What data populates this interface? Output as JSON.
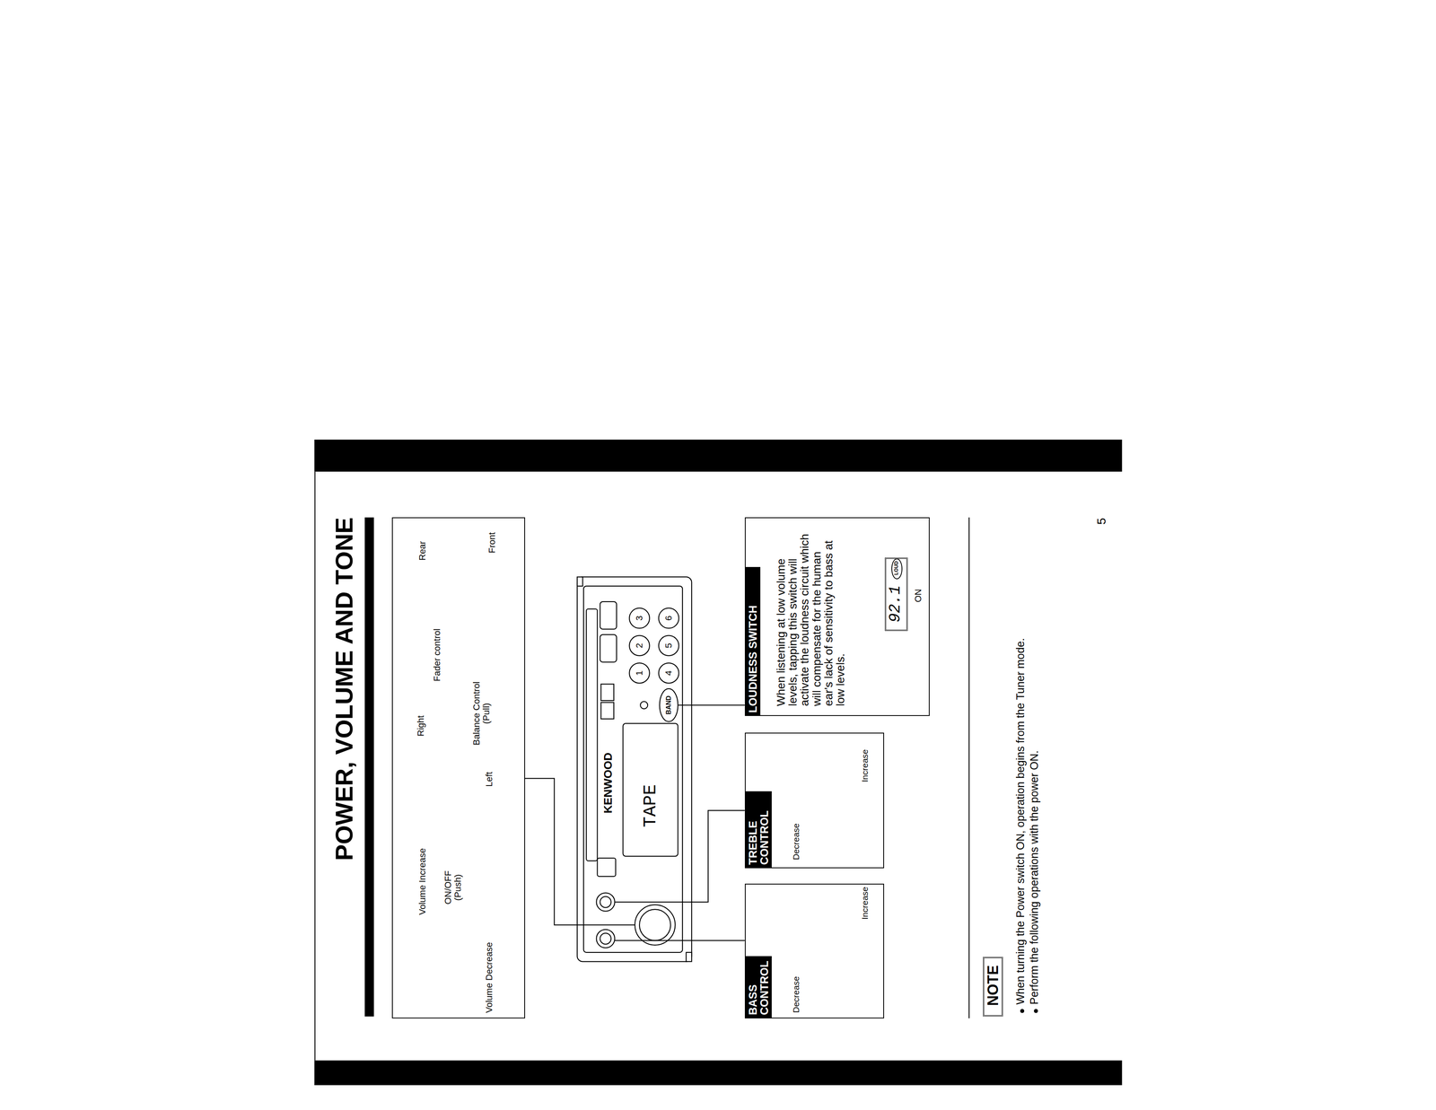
{
  "diagram": {
    "title": "POWER, VOLUME AND TONE",
    "nodes": [
      {
        "text": [
          "Volume Increase",
          "ON/OFF (Push)",
          "Volume Decrease",
          "Right",
          "Balance Control (Pull)",
          "Left",
          "Fader control",
          "Rear",
          "Front"
        ]
      },
      {
        "text": [
          "BASS CONTROL",
          "Decrease",
          "Increase"
        ]
      },
      {
        "text": [
          "TREBLE CONTROL",
          "Decrease",
          "Increase"
        ]
      },
      {
        "text": [
          "LOUDNESS SWITCH",
          "When listening at low volume levels, tapping this switch will activate the loudness circuit which will compensate for the human ear's lack of sensitivity to bass at low levels."
        ]
      },
      {
        "text": [
          "92.1",
          "ON"
        ],
        "in": 3
      },
      {
        "text": [
          "LOUD"
        ],
        "in": 4
      },
      {
        "text": [
          "NOTE"
        ]
      }
    ],
    "labels": [
      "KENWOOD",
      "TAPE",
      "1",
      "2",
      "3",
      "4",
      "5",
      "6",
      "BAND",
      "When turning the Power switch ON, operation begins from the Tuner mode.",
      "Perform the following operations with the power ON.",
      "5"
    ]
  }
}
